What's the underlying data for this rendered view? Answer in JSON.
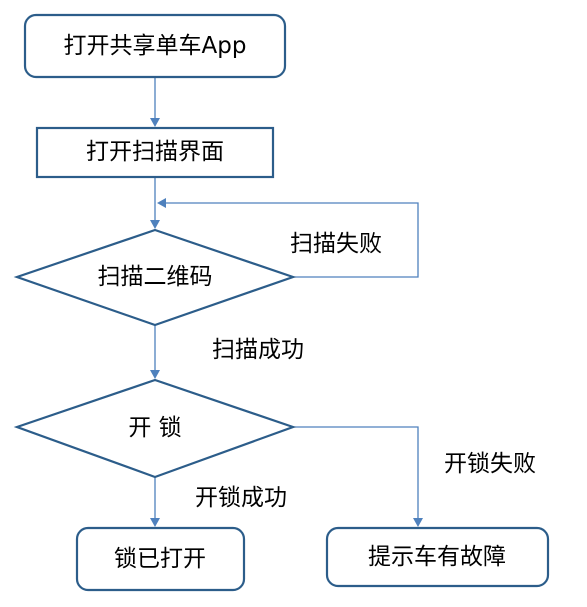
{
  "nodes": {
    "open_app": "打开共享单车App",
    "open_scan_ui": "打开扫描界面",
    "scan_qr": "扫描二维码",
    "unlock": "开 锁",
    "unlocked": "锁已打开",
    "report_fault": "提示车有故障"
  },
  "edges": {
    "scan_fail": "扫描失败",
    "scan_success": "扫描成功",
    "unlock_success": "开锁成功",
    "unlock_fail": "开锁失败"
  },
  "colors": {
    "shape_stroke": "#2c5d8a",
    "edge_stroke": "#4f81bd"
  }
}
